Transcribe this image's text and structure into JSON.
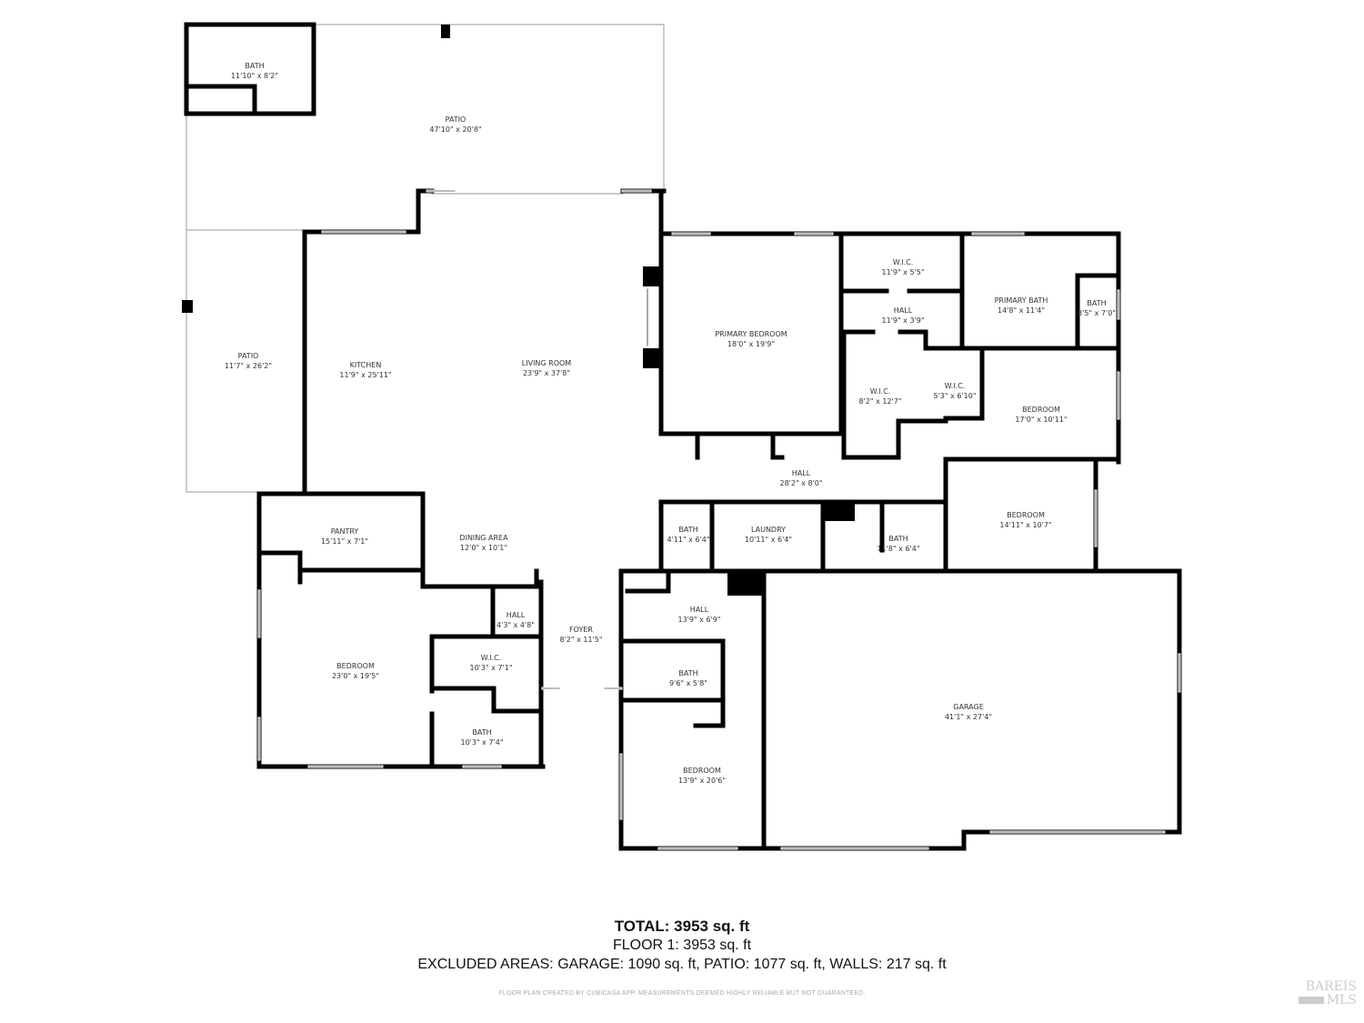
{
  "rooms": [
    {
      "name": "BATH",
      "dims": "11'10\" x 8'2\""
    },
    {
      "name": "PATIO",
      "dims": "47'10\" x 20'8\""
    },
    {
      "name": "PATIO",
      "dims": "11'7\" x 26'2\""
    },
    {
      "name": "KITCHEN",
      "dims": "11'9\" x 25'11\""
    },
    {
      "name": "LIVING ROOM",
      "dims": "23'9\" x 37'8\""
    },
    {
      "name": "PRIMARY BEDROOM",
      "dims": "18'0\" x 19'9\""
    },
    {
      "name": "W.I.C.",
      "dims": "11'9\" x 5'5\""
    },
    {
      "name": "HALL",
      "dims": "11'9\" x 3'9\""
    },
    {
      "name": "PRIMARY BATH",
      "dims": "14'8\" x 11'4\""
    },
    {
      "name": "BATH",
      "dims": "8'5\" x 7'0\""
    },
    {
      "name": "W.I.C.",
      "dims": "8'2\" x 12'7\""
    },
    {
      "name": "W.I.C.",
      "dims": "5'3\" x 6'10\""
    },
    {
      "name": "BEDROOM",
      "dims": "17'0\" x 10'11\""
    },
    {
      "name": "HALL",
      "dims": "28'2\" x 8'0\""
    },
    {
      "name": "BATH",
      "dims": "4'11\" x 6'4\""
    },
    {
      "name": "LAUNDRY",
      "dims": "10'11\" x 6'4\""
    },
    {
      "name": "BATH",
      "dims": "11'8\" x 6'4\""
    },
    {
      "name": "BEDROOM",
      "dims": "14'11\" x 10'7\""
    },
    {
      "name": "PANTRY",
      "dims": "15'11\" x 7'1\""
    },
    {
      "name": "DINING AREA",
      "dims": "12'0\" x 10'1\""
    },
    {
      "name": "HALL",
      "dims": "4'3\" x 4'8\""
    },
    {
      "name": "FOYER",
      "dims": "8'2\" x 11'5\""
    },
    {
      "name": "BEDROOM",
      "dims": "23'0\" x 19'5\""
    },
    {
      "name": "W.I.C.",
      "dims": "10'3\" x 7'1\""
    },
    {
      "name": "BATH",
      "dims": "10'3\" x 7'4\""
    },
    {
      "name": "HALL",
      "dims": "13'9\" x 6'9\""
    },
    {
      "name": "BATH",
      "dims": "9'6\" x 5'8\""
    },
    {
      "name": "BEDROOM",
      "dims": "13'9\" x 20'6\""
    },
    {
      "name": "GARAGE",
      "dims": "41'1\" x 27'4\""
    }
  ],
  "summary": {
    "total": "TOTAL: 3953 sq. ft",
    "floor1": "FLOOR 1: 3953 sq. ft",
    "excluded": "EXCLUDED AREAS: GARAGE: 1090 sq. ft, PATIO: 1077 sq. ft, WALLS: 217 sq. ft"
  },
  "disclaimer": "FLOOR PLAN CREATED BY CUBICASA APP. MEASUREMENTS DEEMED HIGHLY RELIABLE BUT NOT GUARANTEED.",
  "logo": {
    "line1": "BAREIS",
    "line2": "MLS"
  },
  "colors": {
    "wall": "#000000",
    "outline": "#999999",
    "text": "#333333"
  }
}
